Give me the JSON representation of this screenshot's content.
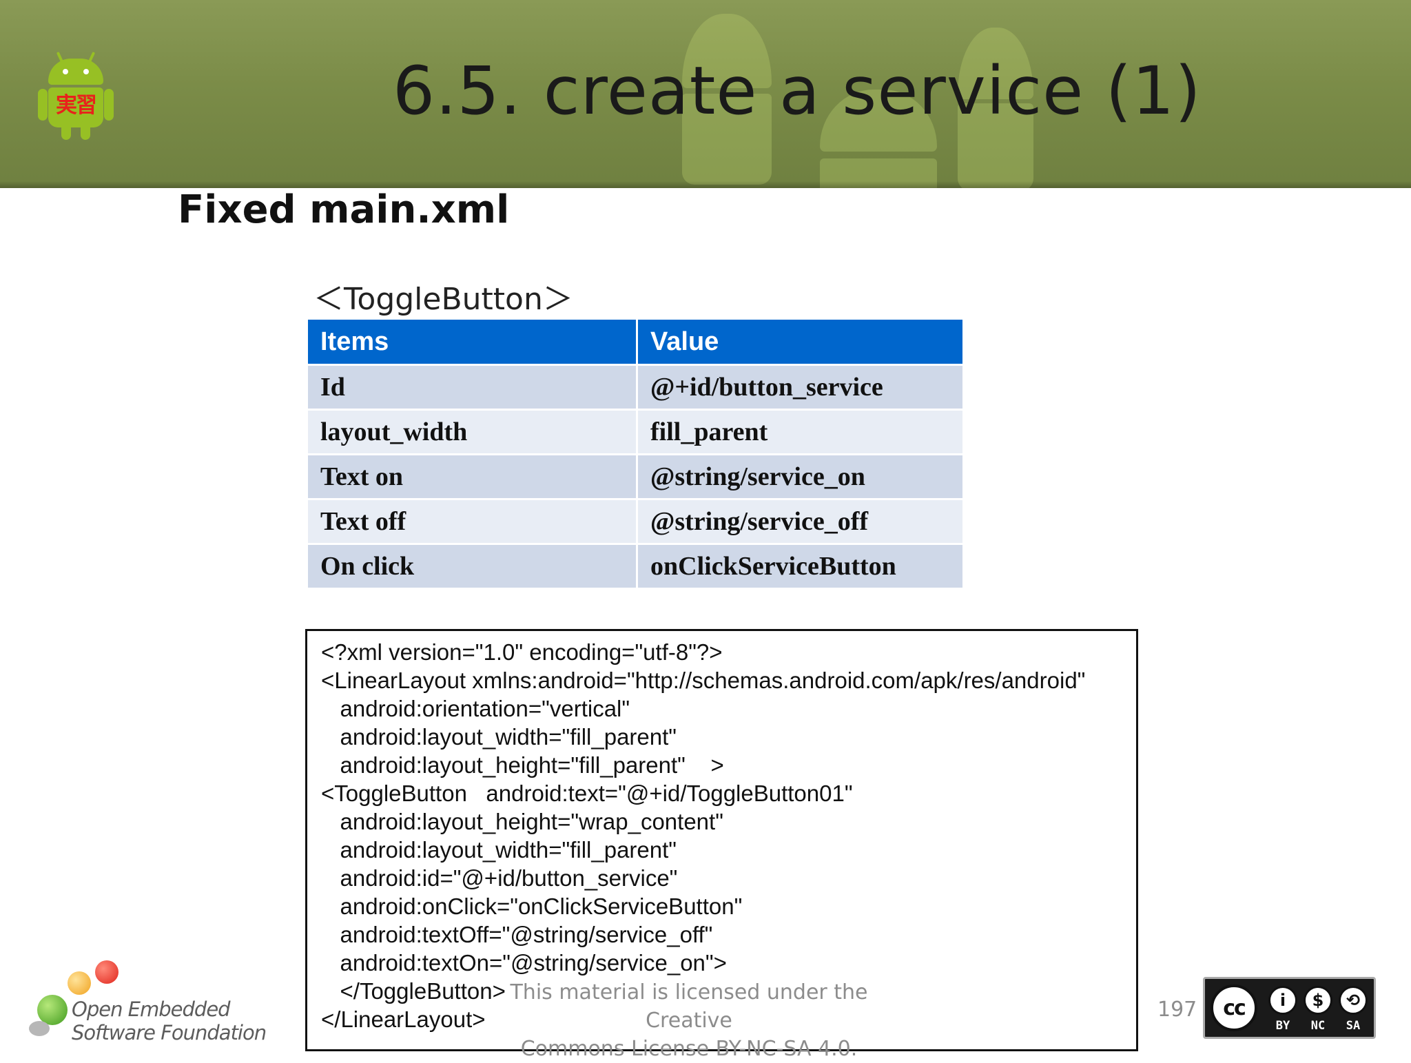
{
  "header": {
    "title": "6.5. create a service (1)",
    "logo_badge": "実習"
  },
  "subtitle": "Fixed main.xml",
  "table": {
    "caption": "＜ToggleButton＞",
    "headers": [
      "Items",
      "Value"
    ],
    "rows": [
      [
        "Id",
        "@+id/button_service"
      ],
      [
        "layout_width",
        "fill_parent"
      ],
      [
        "Text on",
        "@string/service_on"
      ],
      [
        "Text off",
        "@string/service_off"
      ],
      [
        "On click",
        "onClickServiceButton"
      ]
    ]
  },
  "code": {
    "lines": [
      "<?xml version=\"1.0\" encoding=\"utf-8\"?>",
      "<LinearLayout xmlns:android=\"http://schemas.android.com/apk/res/android\"",
      "   android:orientation=\"vertical\"",
      "   android:layout_width=\"fill_parent\"",
      "   android:layout_height=\"fill_parent\"    >",
      "<ToggleButton   android:text=\"@+id/ToggleButton01\"",
      "   android:layout_height=\"wrap_content\"",
      "   android:layout_width=\"fill_parent\"",
      "   android:id=\"@+id/button_service\"",
      "   android:onClick=\"onClickServiceButton\"",
      "   android:textOff=\"@string/service_off\"",
      "   android:textOn=\"@string/service_on\">",
      "   </ToggleButton>",
      "</LinearLayout>"
    ]
  },
  "footer": {
    "license_line1": "This material is licensed under the Creative",
    "license_line2": "Commons License BY-NC-SA 4.0.",
    "page_number": "197",
    "org_line1": "Open Embedded",
    "org_line2": "Software Foundation",
    "cc": {
      "main": "cc",
      "labels": [
        "BY",
        "NC",
        "SA"
      ]
    }
  },
  "colors": {
    "header_green": "#7b8c48",
    "table_header": "#0066cc",
    "row_dark": "#cfd8e8",
    "row_light": "#e8edf5",
    "android_green": "#97c024",
    "badge_red": "#e8221b"
  }
}
